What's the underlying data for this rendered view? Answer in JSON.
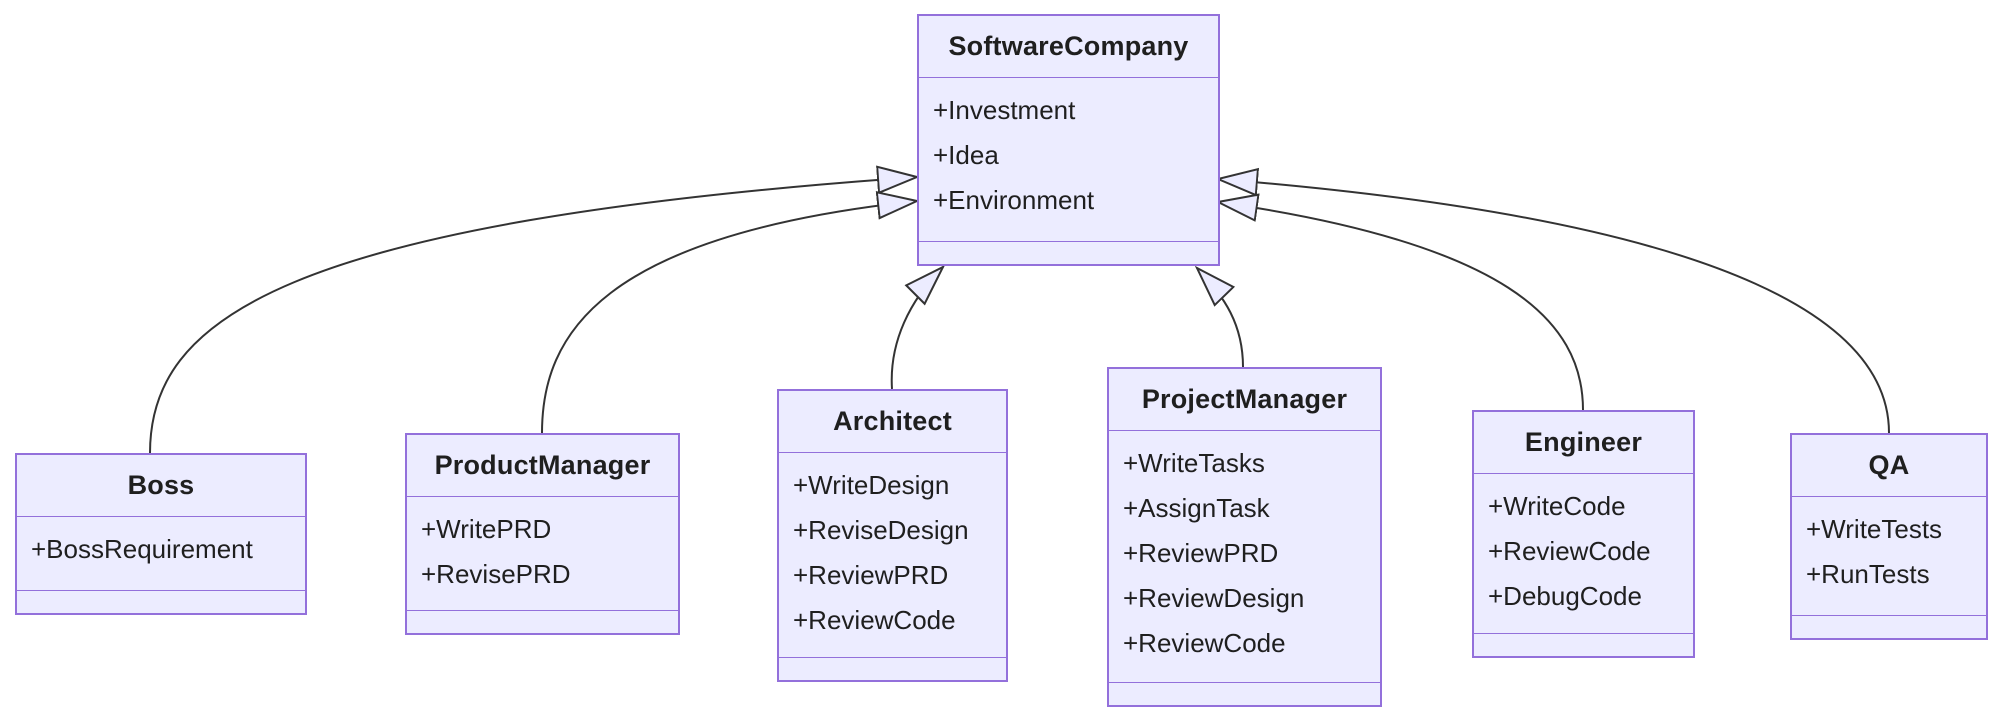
{
  "diagram": {
    "type": "uml-class-diagram",
    "background_color": "#ffffff",
    "node_fill_color": "#ECECFF",
    "node_border_color": "#9370DB",
    "edge_color": "#333333",
    "text_color": "#1f1f1f",
    "classes": [
      {
        "name": "SoftwareCompany",
        "members": [
          "+Investment",
          "+Idea",
          "+Environment"
        ],
        "methods": []
      },
      {
        "name": "Boss",
        "members": [
          "+BossRequirement"
        ],
        "methods": []
      },
      {
        "name": "ProductManager",
        "members": [
          "+WritePRD",
          "+RevisePRD"
        ],
        "methods": []
      },
      {
        "name": "Architect",
        "members": [
          "+WriteDesign",
          "+ReviseDesign",
          "+ReviewPRD",
          "+ReviewCode"
        ],
        "methods": []
      },
      {
        "name": "ProjectManager",
        "members": [
          "+WriteTasks",
          "+AssignTask",
          "+ReviewPRD",
          "+ReviewDesign",
          "+ReviewCode"
        ],
        "methods": []
      },
      {
        "name": "Engineer",
        "members": [
          "+WriteCode",
          "+ReviewCode",
          "+DebugCode"
        ],
        "methods": []
      },
      {
        "name": "QA",
        "members": [
          "+WriteTests",
          "+RunTests"
        ],
        "methods": []
      }
    ],
    "relations": [
      {
        "child": "Boss",
        "parent": "SoftwareCompany",
        "type": "inheritance"
      },
      {
        "child": "ProductManager",
        "parent": "SoftwareCompany",
        "type": "inheritance"
      },
      {
        "child": "Architect",
        "parent": "SoftwareCompany",
        "type": "inheritance"
      },
      {
        "child": "ProjectManager",
        "parent": "SoftwareCompany",
        "type": "inheritance"
      },
      {
        "child": "Engineer",
        "parent": "SoftwareCompany",
        "type": "inheritance"
      },
      {
        "child": "QA",
        "parent": "SoftwareCompany",
        "type": "inheritance"
      }
    ]
  }
}
